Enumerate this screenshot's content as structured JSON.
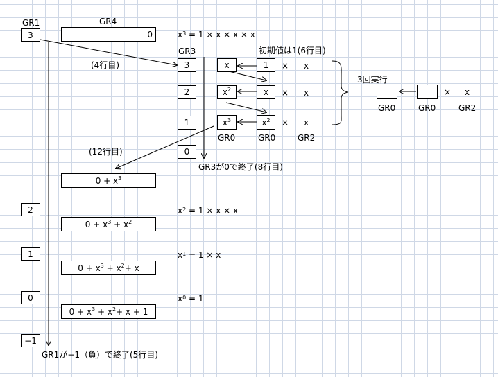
{
  "labels": {
    "gr1": "GR1",
    "gr4": "GR4",
    "gr3": "GR3",
    "initial": "初期値は1(6行目)",
    "line4": "(4行目)",
    "line12": "(12行目)",
    "repeat3": "3回実行",
    "gr3_end": "GR3が0で終了(8行目)",
    "gr1_end": "GR1が−1（負）で終了(5行目)"
  },
  "gr1_values": [
    "3",
    "2",
    "1",
    "0",
    "−1"
  ],
  "gr4_initial": "0",
  "gr3_values": [
    "3",
    "2",
    "1",
    "0"
  ],
  "operators": {
    "times": "×"
  },
  "var": "x",
  "loop_rows": [
    {
      "left": "x",
      "left_exp": "",
      "mid": "1",
      "mid_exp": ""
    },
    {
      "left": "x",
      "left_exp": "2",
      "mid": "x",
      "mid_exp": ""
    },
    {
      "left": "x",
      "left_exp": "3",
      "mid": "x",
      "mid_exp": "2"
    }
  ],
  "reg_captions": {
    "gr0": "GR0",
    "gr2": "GR2"
  },
  "sums": [
    {
      "base": "0 + x",
      "exp1": "3",
      "exp2": "",
      "exp3": "",
      "tail": ""
    },
    {
      "base": "0 + x",
      "exp1": "3",
      "exp2": "2",
      "exp3": "",
      "tail": ""
    },
    {
      "base": "0 + x",
      "exp1": "3",
      "exp2": "2",
      "exp3": "",
      "tail": " + x"
    },
    {
      "base": "0 + x",
      "exp1": "3",
      "exp2": "2",
      "exp3": "",
      "tail": " + x + 1"
    }
  ],
  "powers": [
    {
      "base": "x",
      "exp": "3",
      "rhs": " = 1 × x × x × x"
    },
    {
      "base": "x",
      "exp": "2",
      "rhs": " = 1 × x × x"
    },
    {
      "base": "x",
      "exp": "1",
      "rhs": " = 1 × x"
    },
    {
      "base": "x",
      "exp": "0",
      "rhs": " = 1"
    }
  ]
}
